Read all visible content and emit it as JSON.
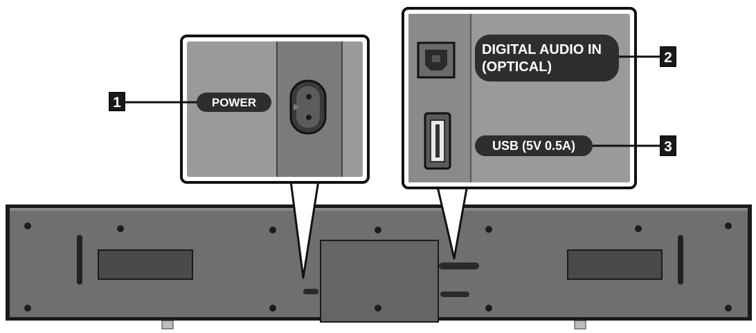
{
  "callouts": [
    {
      "number": "1",
      "label": "POWER"
    },
    {
      "number": "2",
      "label_line1": "DIGITAL AUDIO IN",
      "label_line2": "(OPTICAL)"
    },
    {
      "number": "3",
      "label": "USB (5V 0.5A)"
    }
  ],
  "colors": {
    "panel": "#9a9a9a",
    "panel_dark": "#7b7b7b",
    "pill": "#2e2e2e",
    "outline": "#111111",
    "body": "#6f6f6f"
  },
  "icons": [
    "power-socket-icon",
    "optical-port-icon",
    "usb-port-icon",
    "screw-icon"
  ]
}
